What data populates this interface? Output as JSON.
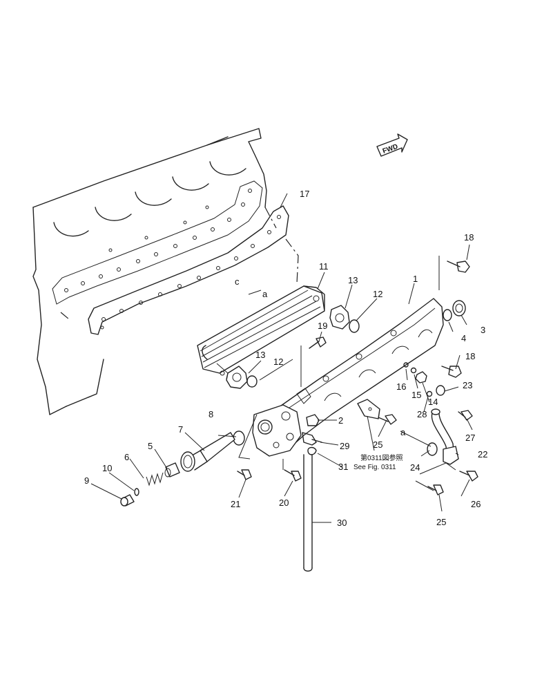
{
  "labels": {
    "p1": "1",
    "p2": "2",
    "p3": "3",
    "p4": "4",
    "p5": "5",
    "p6": "6",
    "p7": "7",
    "p8": "8",
    "p9": "9",
    "p10": "10",
    "p11": "11",
    "p12a": "12",
    "p12b": "12",
    "p13a": "13",
    "p13b": "13",
    "p14": "14",
    "p15": "15",
    "p16": "16",
    "p17": "17",
    "p18a": "18",
    "p18b": "18",
    "p19": "19",
    "p20": "20",
    "p21": "21",
    "p22": "22",
    "p23": "23",
    "p24": "24",
    "p25a": "25",
    "p25b": "25",
    "p26": "26",
    "p27": "27",
    "p28": "28",
    "p29": "29",
    "p30": "30",
    "p31": "31",
    "ref_a1": "a",
    "ref_a2": "a",
    "ref_c": "c"
  },
  "fwd_label": "FWD",
  "see_fig_jp": "第0311図参照",
  "see_fig": "See Fig. 0311"
}
